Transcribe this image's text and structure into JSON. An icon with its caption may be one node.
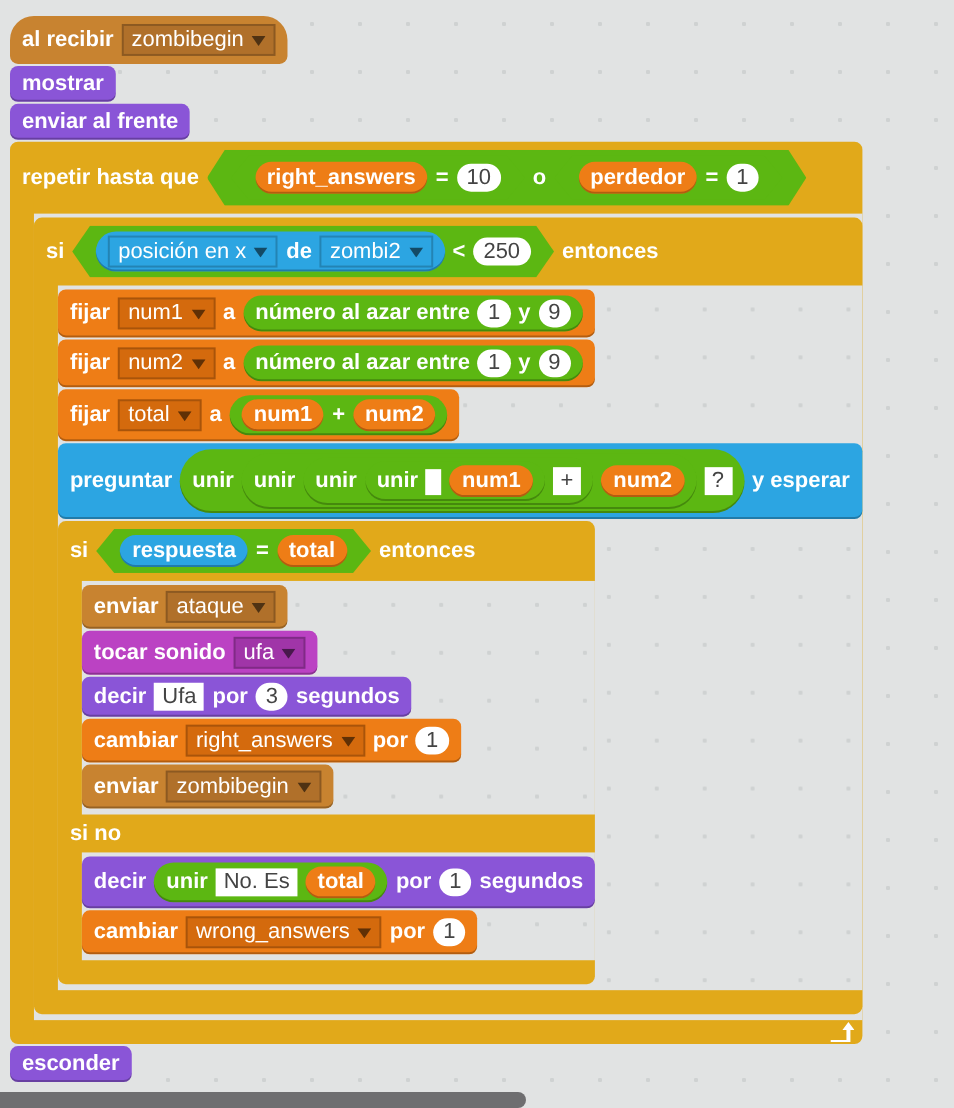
{
  "diagram": {
    "nodes": [
      {
        "text": [
          "al recibir"
        ]
      },
      {
        "text": [
          "zombibegin"
        ],
        "in": 0
      },
      {
        "text": [
          "mostrar"
        ]
      },
      {
        "text": [
          "enviar al frente"
        ]
      },
      {
        "text": [
          "repetir hasta que"
        ]
      },
      {
        "text": [
          "o"
        ],
        "in": 4
      },
      {
        "text": [
          "="
        ],
        "in": 5
      },
      {
        "text": [
          "right_answers"
        ],
        "in": 6
      },
      {
        "text": [
          "10"
        ],
        "in": 6
      },
      {
        "text": [
          "="
        ],
        "in": 5
      },
      {
        "text": [
          "perdedor"
        ],
        "in": 9
      },
      {
        "text": [
          "1"
        ],
        "in": 9
      },
      {
        "text": [
          "si",
          "entonces"
        ],
        "in": 4
      },
      {
        "text": [
          "<"
        ],
        "in": 12
      },
      {
        "text": [
          "de"
        ],
        "in": 13
      },
      {
        "text": [
          "posición en x"
        ],
        "in": 14
      },
      {
        "text": [
          "zombi2"
        ],
        "in": 14
      },
      {
        "text": [
          "250"
        ],
        "in": 13
      },
      {
        "text": [
          "fijar",
          "a"
        ],
        "in": 12
      },
      {
        "text": [
          "num1"
        ],
        "in": 18
      },
      {
        "text": [
          "número al azar entre",
          "y"
        ],
        "in": 18
      },
      {
        "text": [
          "1"
        ],
        "in": 20
      },
      {
        "text": [
          "9"
        ],
        "in": 20
      },
      {
        "text": [
          "fijar",
          "a"
        ],
        "in": 12
      },
      {
        "text": [
          "num2"
        ],
        "in": 23
      },
      {
        "text": [
          "número al azar entre",
          "y"
        ],
        "in": 23
      },
      {
        "text": [
          "1"
        ],
        "in": 25
      },
      {
        "text": [
          "9"
        ],
        "in": 25
      },
      {
        "text": [
          "fijar",
          "a"
        ],
        "in": 12
      },
      {
        "text": [
          "total"
        ],
        "in": 28
      },
      {
        "text": [
          "+"
        ],
        "in": 28
      },
      {
        "text": [
          "num1"
        ],
        "in": 30
      },
      {
        "text": [
          "num2"
        ],
        "in": 30
      },
      {
        "text": [
          "preguntar",
          "y esperar"
        ],
        "in": 12
      },
      {
        "text": [
          "unir"
        ],
        "in": 33
      },
      {
        "text": [
          "unir"
        ],
        "in": 34
      },
      {
        "text": [
          "unir"
        ],
        "in": 35
      },
      {
        "text": [
          "unir"
        ],
        "in": 36
      },
      {
        "text": [],
        "shape": "box",
        "in": 37
      },
      {
        "text": [
          "num1"
        ],
        "in": 37
      },
      {
        "text": [
          "+"
        ],
        "in": 36
      },
      {
        "text": [
          "num2"
        ],
        "in": 35
      },
      {
        "text": [
          "?"
        ],
        "in": 34
      },
      {
        "text": [
          "si",
          "entonces",
          "si no"
        ],
        "in": 12
      },
      {
        "text": [
          "="
        ],
        "in": 43
      },
      {
        "text": [
          "respuesta"
        ],
        "in": 44
      },
      {
        "text": [
          "total"
        ],
        "in": 44
      },
      {
        "text": [
          "enviar"
        ],
        "in": 43
      },
      {
        "text": [
          "ataque"
        ],
        "in": 47
      },
      {
        "text": [
          "tocar sonido"
        ],
        "in": 43
      },
      {
        "text": [
          "ufa"
        ],
        "in": 49
      },
      {
        "text": [
          "decir",
          "por",
          "segundos"
        ],
        "in": 43
      },
      {
        "text": [
          "Ufa"
        ],
        "in": 51
      },
      {
        "text": [
          "3"
        ],
        "in": 51
      },
      {
        "text": [
          "cambiar",
          "por"
        ],
        "in": 43
      },
      {
        "text": [
          "right_answers"
        ],
        "in": 54
      },
      {
        "text": [
          "1"
        ],
        "in": 54
      },
      {
        "text": [
          "enviar"
        ],
        "in": 43
      },
      {
        "text": [
          "zombibegin"
        ],
        "in": 57
      },
      {
        "text": [
          "decir",
          "por",
          "segundos"
        ],
        "in": 43
      },
      {
        "text": [
          "unir"
        ],
        "in": 59
      },
      {
        "text": [
          "No. Es"
        ],
        "in": 60
      },
      {
        "text": [
          "total"
        ],
        "in": 60
      },
      {
        "text": [
          "1"
        ],
        "in": 59
      },
      {
        "text": [
          "cambiar",
          "por"
        ],
        "in": 43
      },
      {
        "text": [
          "wrong_answers"
        ],
        "in": 64
      },
      {
        "text": [
          "1"
        ],
        "in": 64
      },
      {
        "text": [
          "esconder"
        ]
      }
    ]
  }
}
